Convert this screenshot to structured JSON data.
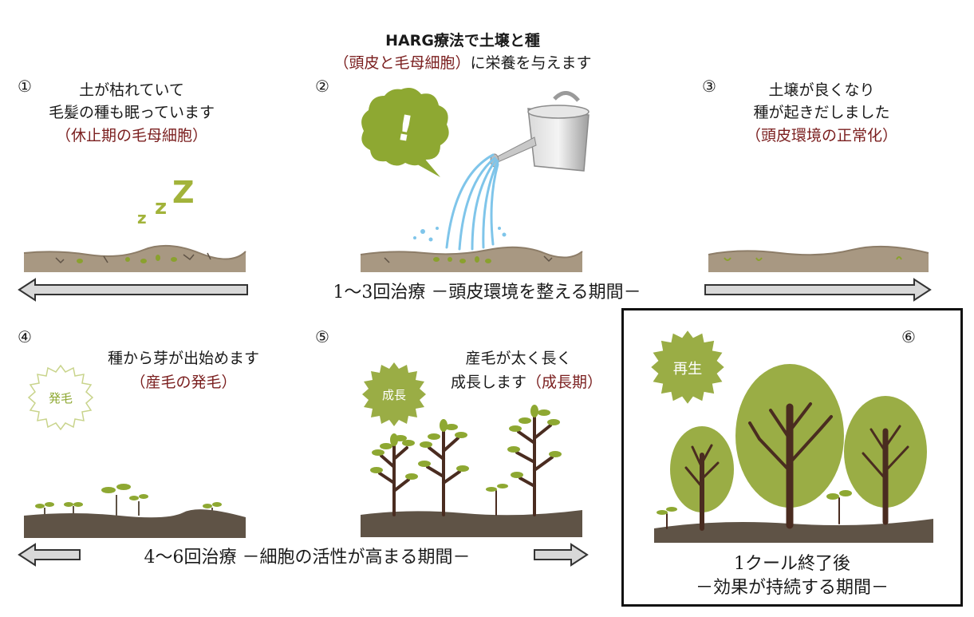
{
  "colors": {
    "soil": "#a89882",
    "soil_dark": "#5f5346",
    "leaf": "#8ea832",
    "leaf_dark": "#6f8a1f",
    "accent_red": "#7a1e1e",
    "water": "#7fc5ea",
    "trunk": "#4a2c20",
    "badge": "#9aad45"
  },
  "header": {
    "line1": "HARG療法で土壌と種",
    "line2a": "（頭皮と毛母細胞）",
    "line2b": "に栄養を与えます"
  },
  "steps": {
    "s1": {
      "num": "①",
      "line1": "土が枯れていて",
      "line2": "毛髪の種も眠っています",
      "line3": "（休止期の毛母細胞）",
      "zzz": [
        "z",
        "z",
        "Z"
      ]
    },
    "s2": {
      "num": "②",
      "exclaim": "!"
    },
    "s3": {
      "num": "③",
      "line1": "土壌が良くなり",
      "line2": "種が起きだしました",
      "line3": "（頭皮環境の正常化）"
    },
    "s4": {
      "num": "④",
      "line1": "種から芽が出始めます",
      "line2": "（産毛の発毛）",
      "badge": "発毛"
    },
    "s5": {
      "num": "⑤",
      "line1": "産毛が太く長く",
      "line2a": "成長します",
      "line2b": "（成長期）",
      "badge": "成長"
    },
    "s6": {
      "num": "⑥",
      "badge": "再生",
      "line1": "1クール終了後",
      "line2": "－効果が持続する期間－"
    }
  },
  "periods": {
    "p1": "1〜3回治療 －頭皮環境を整える期間－",
    "p2": "4〜6回治療 －細胞の活性が高まる期間－"
  }
}
